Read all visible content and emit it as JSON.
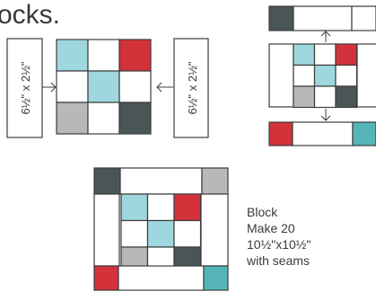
{
  "heading": "ocks.",
  "dimension_labels": {
    "left": "6½\" x 2½\"",
    "right": "6½\" x 2½\""
  },
  "block_note": {
    "line1": "Block",
    "line2": "Make 20",
    "line3": "10½\"x10½\"",
    "line4": "with seams"
  },
  "colors": {
    "cyan": "#9ed8de",
    "red": "#d4323b",
    "gray": "#b8b8b8",
    "charcoal": "#4a5557",
    "teal": "#55b5b9",
    "white": "#ffffff",
    "line": "#3c3c3c"
  },
  "nine_patch": [
    [
      "cyan",
      "white",
      "red"
    ],
    [
      "white",
      "cyan",
      "white"
    ],
    [
      "gray",
      "white",
      "charcoal"
    ]
  ],
  "top_strip": [
    "charcoal",
    "white",
    "white"
  ],
  "bottom_strip": [
    "red",
    "white",
    "teal"
  ]
}
